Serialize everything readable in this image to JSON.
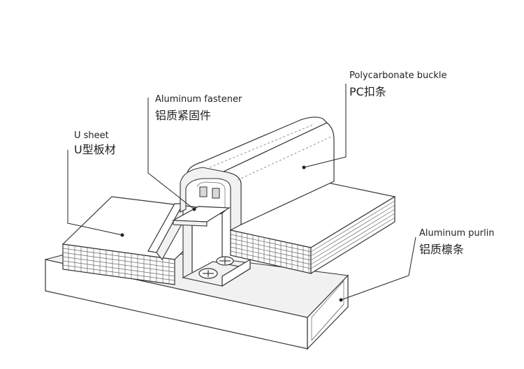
{
  "labels": {
    "polycarbonate_buckle": {
      "en": "Polycarbonate buckle",
      "zh": "PC扣条"
    },
    "aluminum_fastener": {
      "en": "Aluminum fastener",
      "zh": "铝质紧固件"
    },
    "u_sheet": {
      "en": "U sheet",
      "zh": "U型板材"
    },
    "aluminum_purlin": {
      "en": "Aluminum purlin",
      "zh": "铝质檩条"
    }
  },
  "colors": {
    "line": "#333333",
    "background": "#ffffff"
  }
}
